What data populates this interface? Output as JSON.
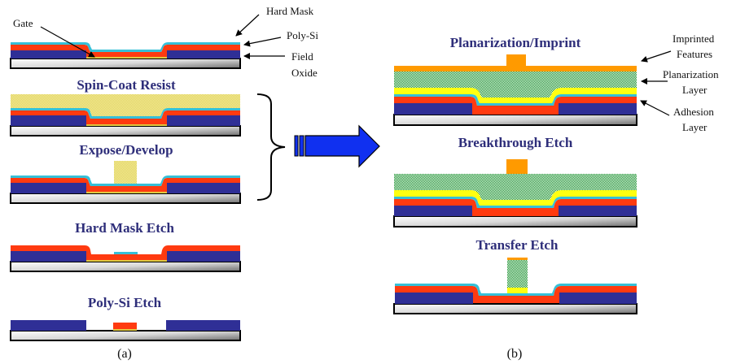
{
  "colors": {
    "hard_mask": "#35c0d8",
    "poly_si": "#ff3a10",
    "field_oxide": "#2f2f96",
    "gate": "#e0c840",
    "resist": "#ece68c",
    "imprint": "#ff9a00",
    "planarization": "#2e9a3a",
    "adhesion": "#ffff10",
    "arrow_fill": "#1030f0",
    "title_text": "#2e2e7a"
  },
  "panel_a": {
    "label": "(a)",
    "callouts": {
      "hard_mask": "Hard Mask",
      "poly_si": "Poly-Si",
      "field_oxide_line1": "Field",
      "field_oxide_line2": "Oxide",
      "gate": "Gate"
    },
    "steps": [
      {
        "title": ""
      },
      {
        "title": "Spin-Coat Resist"
      },
      {
        "title": "Expose/Develop"
      },
      {
        "title": "Hard Mask Etch"
      },
      {
        "title": "Poly-Si Etch"
      }
    ]
  },
  "panel_b": {
    "label": "(b)",
    "callouts": {
      "imprinted_line1": "Imprinted",
      "imprinted_line2": "Features",
      "planarization_line1": "Planarization",
      "planarization_line2": "Layer",
      "adhesion_line1": "Adhesion",
      "adhesion_line2": "Layer"
    },
    "steps": [
      {
        "title": "Planarization/Imprint"
      },
      {
        "title": "Breakthrough Etch"
      },
      {
        "title": "Transfer Etch"
      }
    ]
  },
  "connector": {
    "brace": "curly-brace",
    "arrow": "block-arrow-right"
  }
}
